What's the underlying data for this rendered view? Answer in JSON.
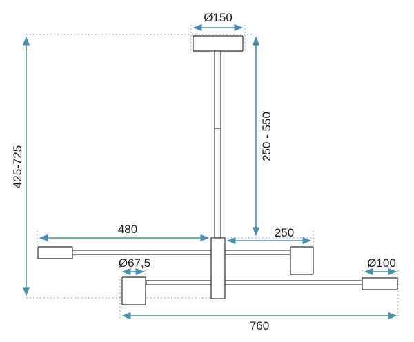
{
  "labels": {
    "canopy_diameter": "Ø150",
    "rod_length": "250 - 550",
    "total_height": "425-725",
    "left_arm": "480",
    "right_arm": "250",
    "small_shade_diameter": "Ø67,5",
    "large_shade_diameter": "Ø100",
    "total_width": "760"
  },
  "colors": {
    "dimension": "#4a8fb0",
    "outline": "#333333"
  }
}
